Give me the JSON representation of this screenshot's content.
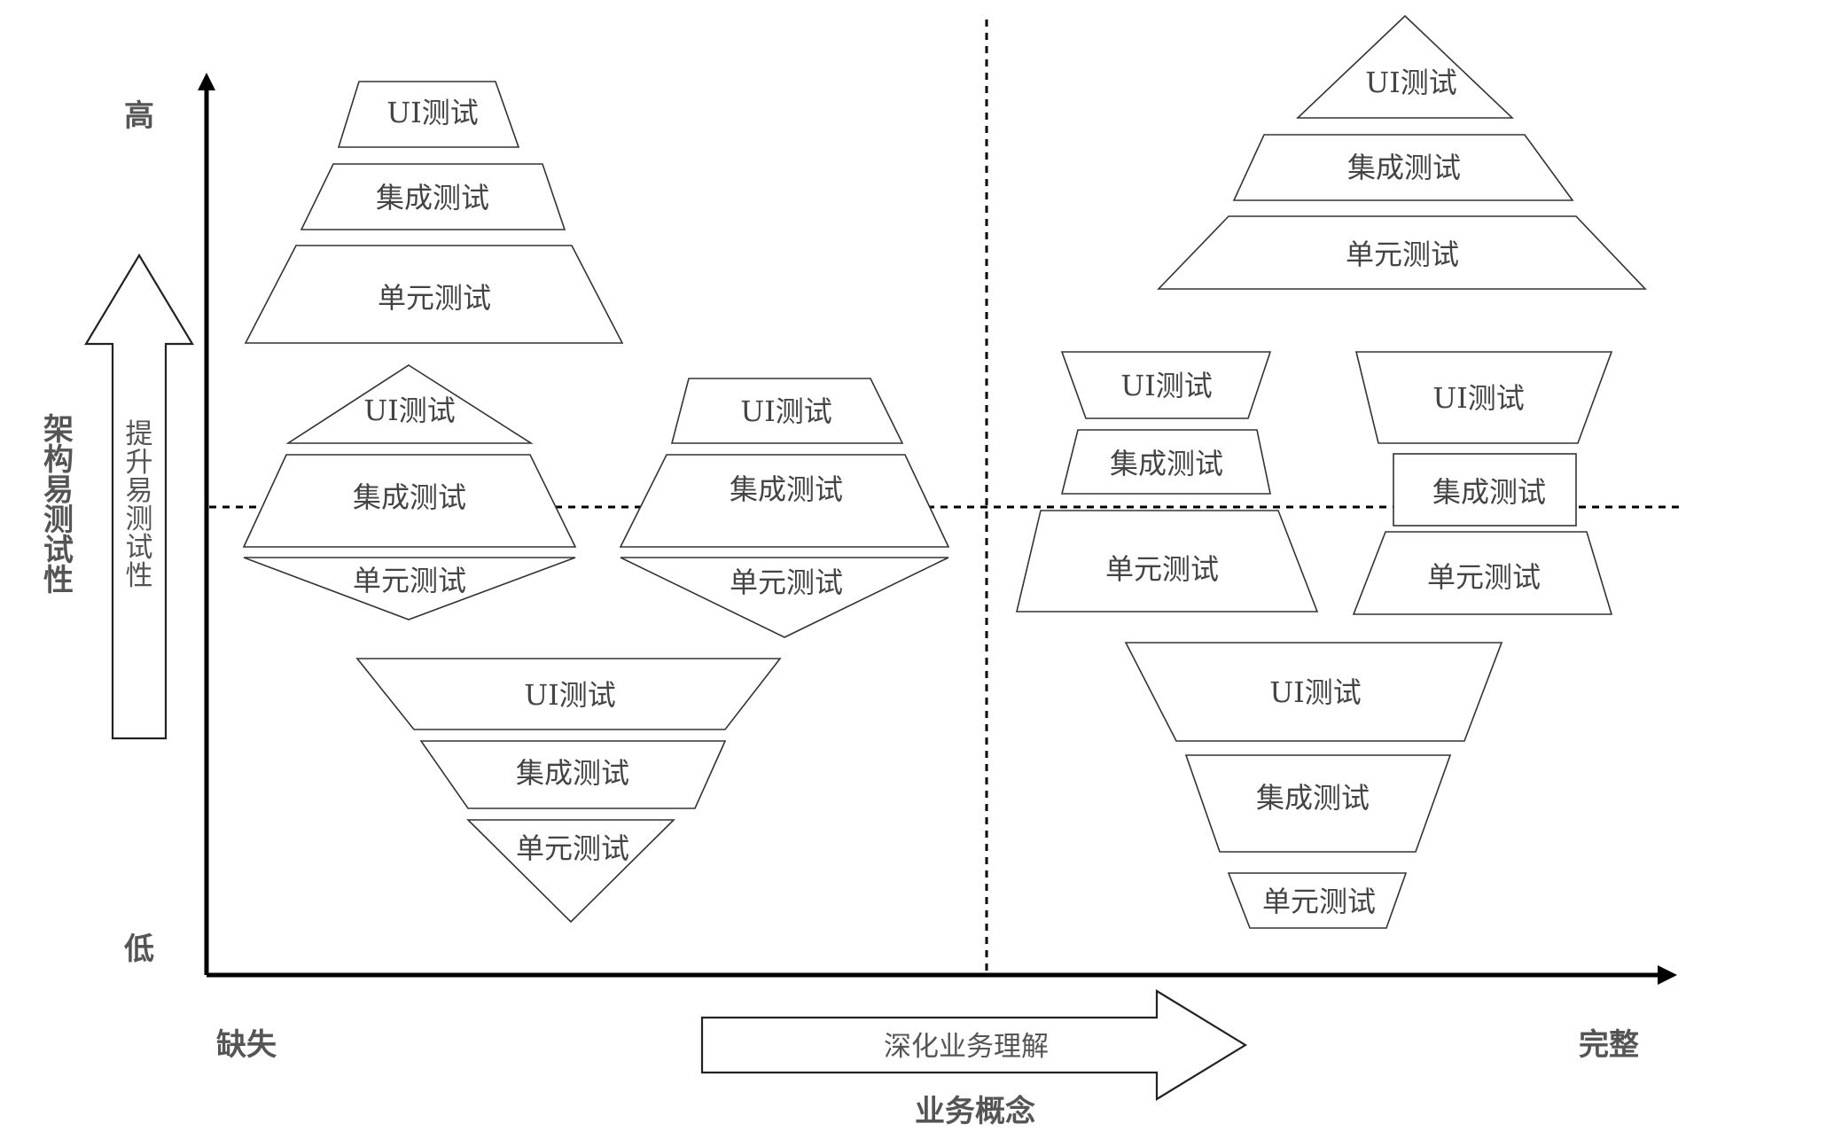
{
  "axes": {
    "y_high": "高",
    "y_low": "低",
    "y_title": "架构易测试性",
    "y_arrow_label": "提升易测试性",
    "x_left": "缺失",
    "x_right": "完整",
    "x_arrow_label": "深化业务理解",
    "x_title": "业务概念"
  },
  "labels": {
    "ui": "UI测试",
    "integration": "集成测试",
    "unit": "单元测试"
  },
  "models": [
    {
      "name": "top-left-pyramid",
      "layers": [
        "UI测试",
        "集成测试",
        "单元测试"
      ]
    },
    {
      "name": "left-diamond",
      "layers": [
        "UI测试",
        "集成测试",
        "单元测试"
      ]
    },
    {
      "name": "middle-diamond",
      "layers": [
        "UI测试",
        "集成测试",
        "单元测试"
      ]
    },
    {
      "name": "bottom-left-inverted-pyramid",
      "layers": [
        "UI测试",
        "集成测试",
        "单元测试"
      ]
    },
    {
      "name": "top-right-pyramid",
      "layers": [
        "UI测试",
        "集成测试",
        "单元测试"
      ]
    },
    {
      "name": "hourglass",
      "layers": [
        "UI测试",
        "集成测试",
        "单元测试"
      ]
    },
    {
      "name": "right-hourglass",
      "layers": [
        "UI测试",
        "集成测试",
        "单元测试"
      ]
    },
    {
      "name": "bottom-right-inverted",
      "layers": [
        "UI测试",
        "集成测试",
        "单元测试"
      ]
    }
  ]
}
